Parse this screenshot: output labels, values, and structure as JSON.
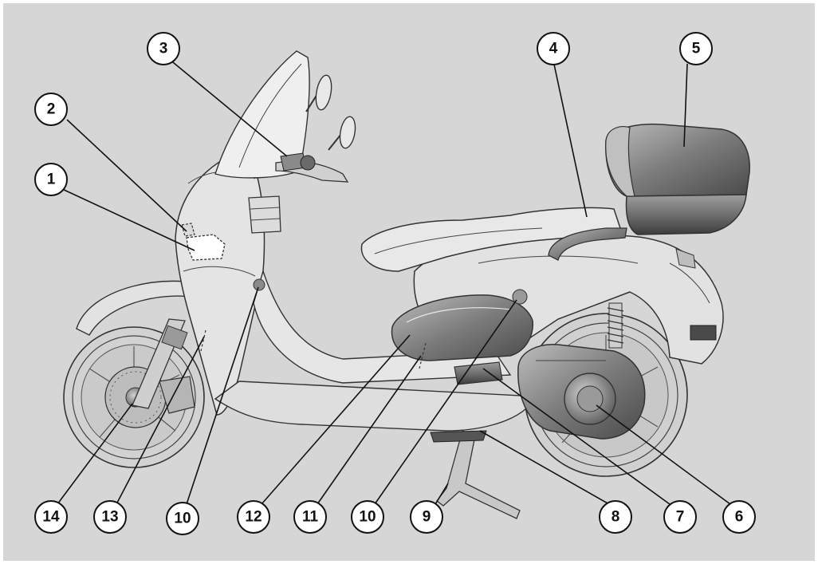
{
  "colors": {
    "background": "#d6d6d6",
    "frame": "#ffffff",
    "line": "#222222",
    "callout_fill": "#ffffff",
    "shade_dark": "#6d6d6d",
    "shade_mid": "#9a9a9a",
    "shade_light": "#c4c4c4"
  },
  "callouts": [
    {
      "label": "1"
    },
    {
      "label": "2"
    },
    {
      "label": "3"
    },
    {
      "label": "4"
    },
    {
      "label": "5"
    },
    {
      "label": "6"
    },
    {
      "label": "7"
    },
    {
      "label": "8"
    },
    {
      "label": "9"
    },
    {
      "label": "10"
    },
    {
      "label": "10"
    },
    {
      "label": "11"
    },
    {
      "label": "12"
    },
    {
      "label": "13"
    },
    {
      "label": "14"
    }
  ]
}
